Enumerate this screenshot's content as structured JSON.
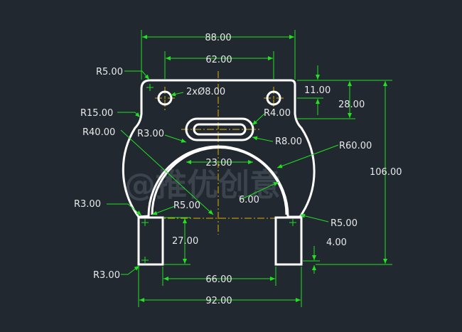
{
  "colors": {
    "background": "#212830",
    "outline": "#ffffff",
    "dimension": "#22e022",
    "centerline": "#e0b000",
    "text": "#e8e8e8"
  },
  "dimensions": {
    "width_top": "88.00",
    "hole_spacing": "62.00",
    "corner_radius_top": "R5.00",
    "hole_callout": "2xØ8.00",
    "hole_offset": "11.00",
    "slot_depth": "28.00",
    "slot_radius": "R4.00",
    "side_radius": "R15.00",
    "radius_40": "R40.00",
    "radius_3_slot": "R3.00",
    "slot_end_radius": "R8.00",
    "arc_radius": "R60.00",
    "slot_width": "23.00",
    "overall_height": "106.00",
    "inner_offset": "6.00",
    "radius_3_left": "R3.00",
    "radius_5_left": "R5.00",
    "radius_5_right": "R5.00",
    "leg_height": "27.00",
    "leg_step": "4.00",
    "radius_3_bottom": "R3.00",
    "leg_spacing": "66.00",
    "width_bottom": "92.00"
  },
  "watermark": {
    "text": "@推优创意"
  }
}
